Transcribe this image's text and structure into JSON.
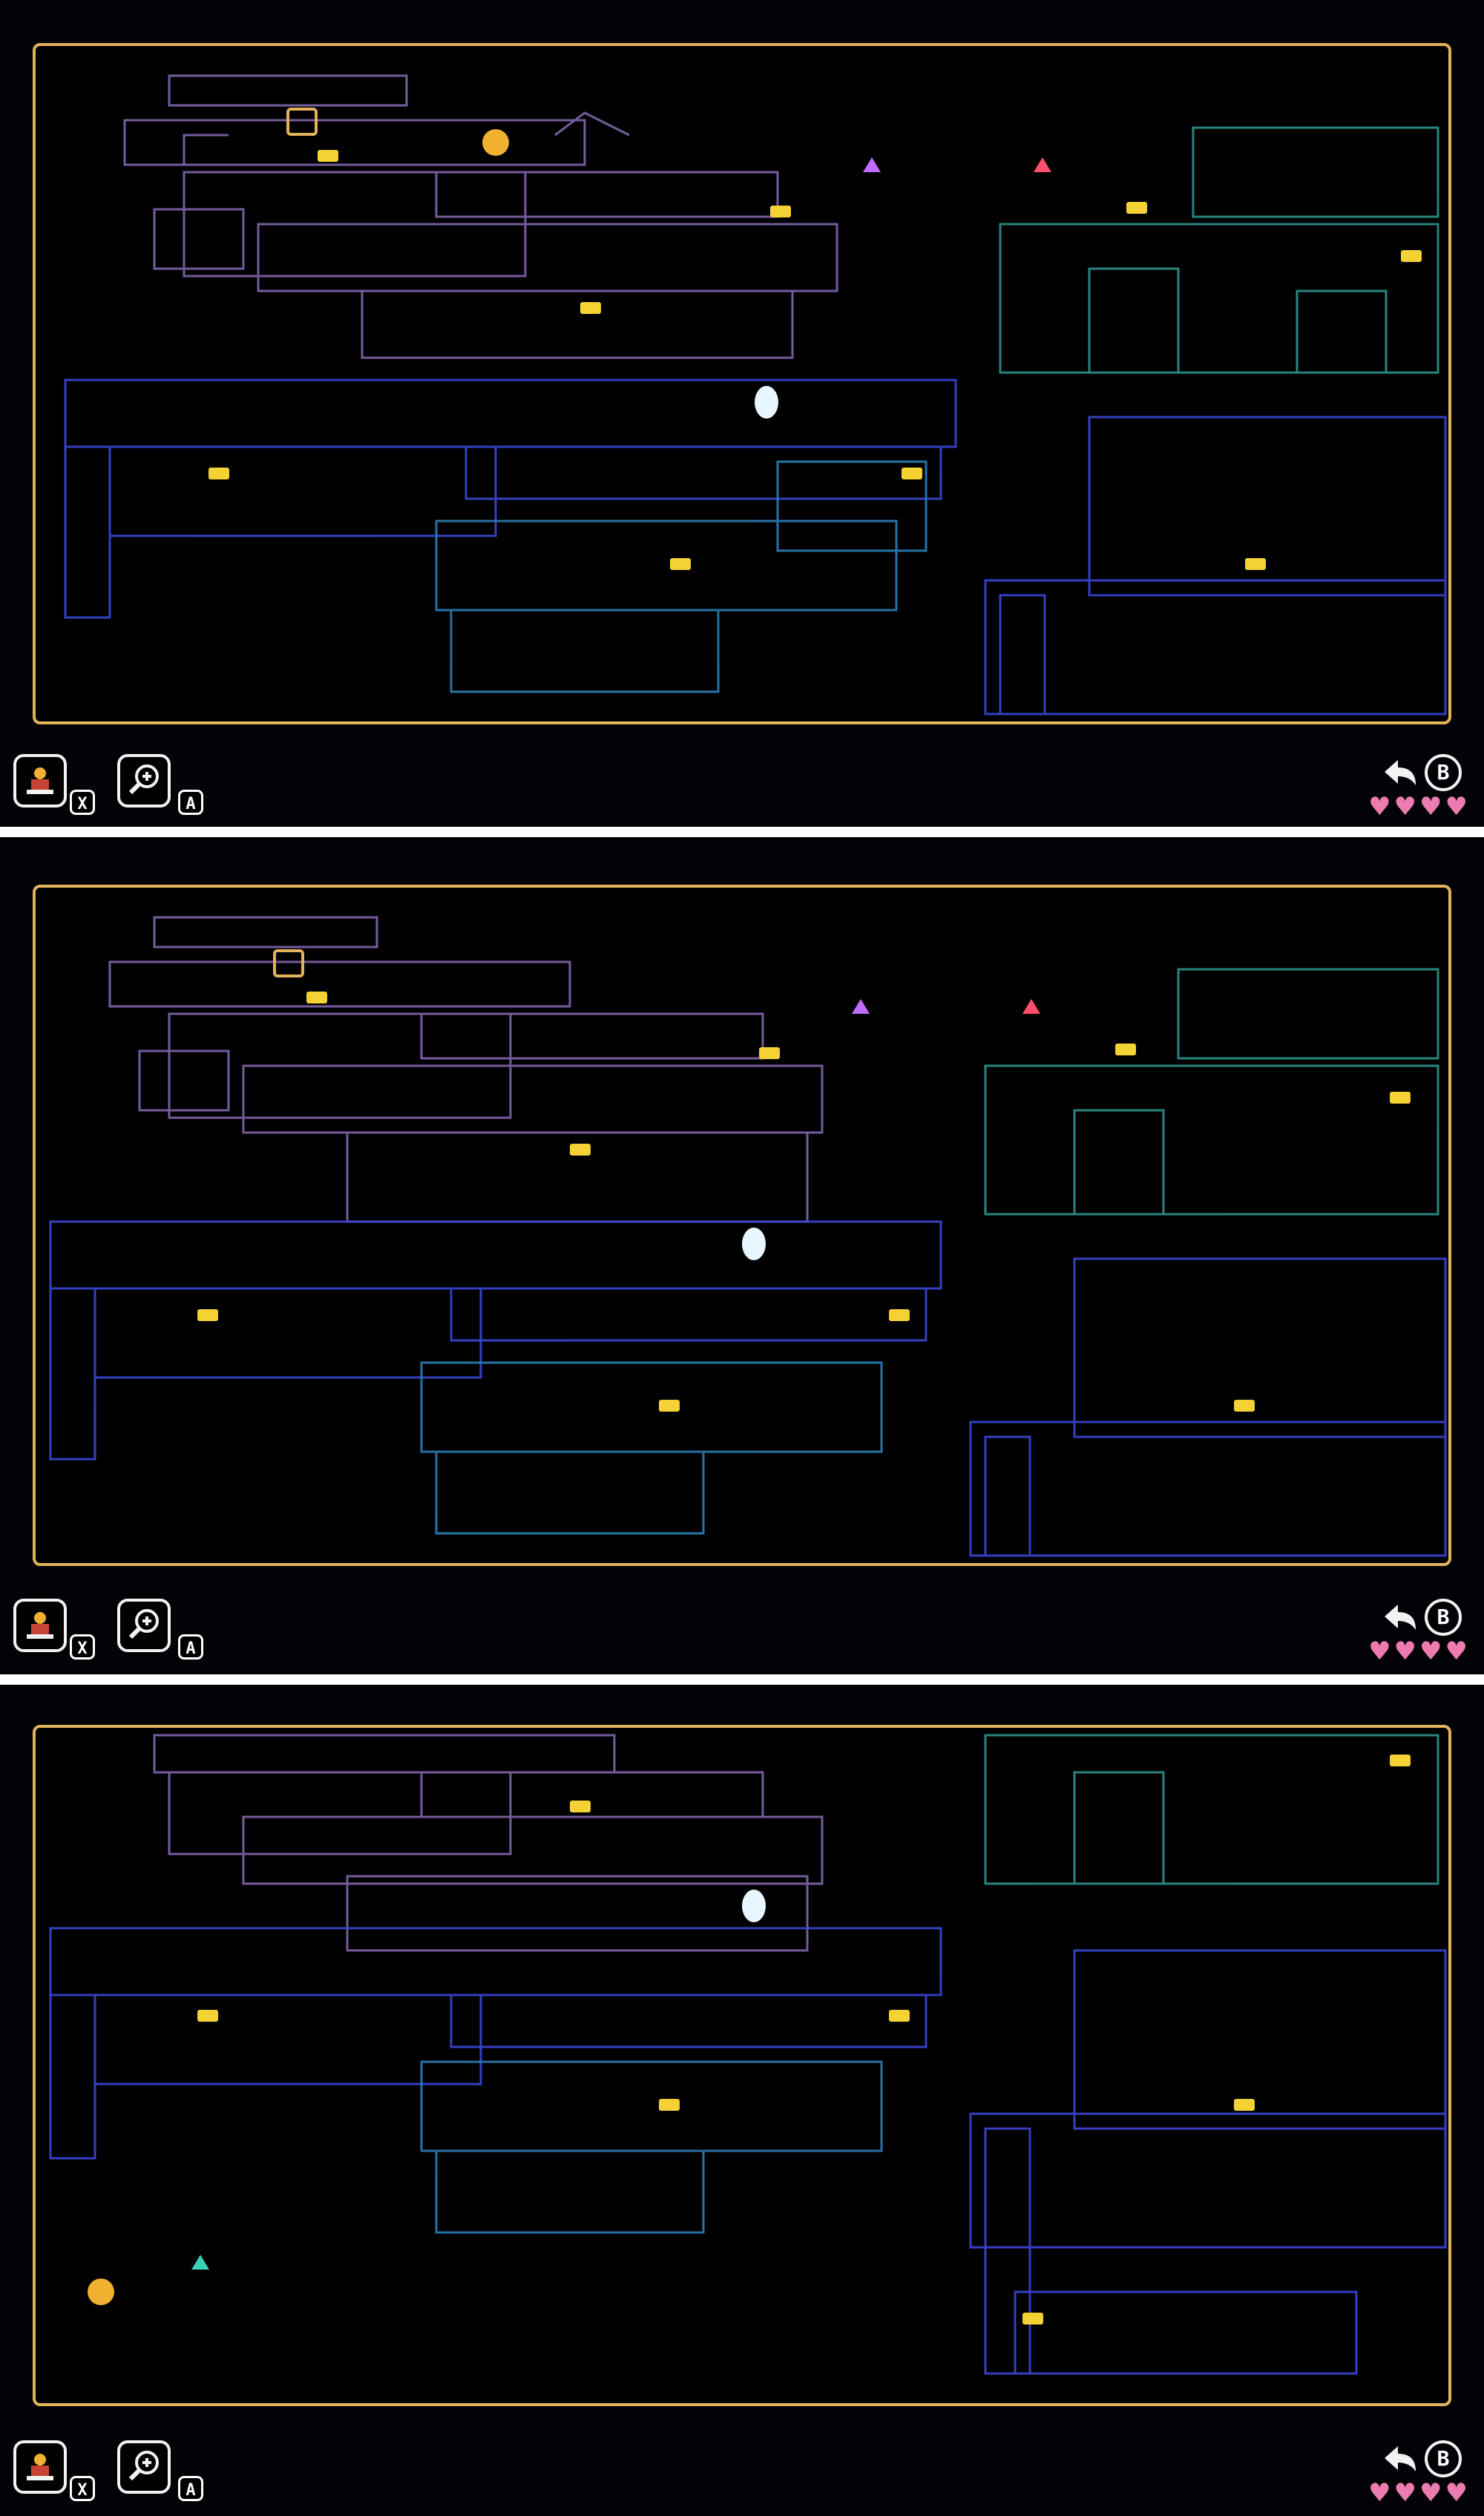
{
  "panels": [
    {
      "id": "panel-1",
      "controls": {
        "stamp_key": "X",
        "zoom_key": "A",
        "back_key": "B"
      },
      "hearts": 4
    },
    {
      "id": "panel-2",
      "controls": {
        "stamp_key": "X",
        "zoom_key": "A",
        "back_key": "B"
      },
      "hearts": 4
    },
    {
      "id": "panel-3",
      "controls": {
        "stamp_key": "X",
        "zoom_key": "A",
        "back_key": "B"
      },
      "hearts": 4
    }
  ],
  "icons": {
    "stamp": "stamp-icon",
    "zoom": "zoom-in-icon",
    "back": "back-arrow-icon",
    "heart": "heart-icon",
    "telephone": "telephone-icon",
    "egg": "egg-icon",
    "chest": "chest-icon",
    "candle": "candle-flame-icon",
    "player": "player-marker-icon"
  },
  "colors": {
    "frame": "#e3b35c",
    "heart": "#ec7bb0",
    "telephone": "#f4d233",
    "egg": "#e8f6ff",
    "map_purple": "#8a6bb7",
    "map_blue": "#3a48d6",
    "map_teal": "#2f9c93",
    "map_cyan": "#2b7fb8"
  }
}
